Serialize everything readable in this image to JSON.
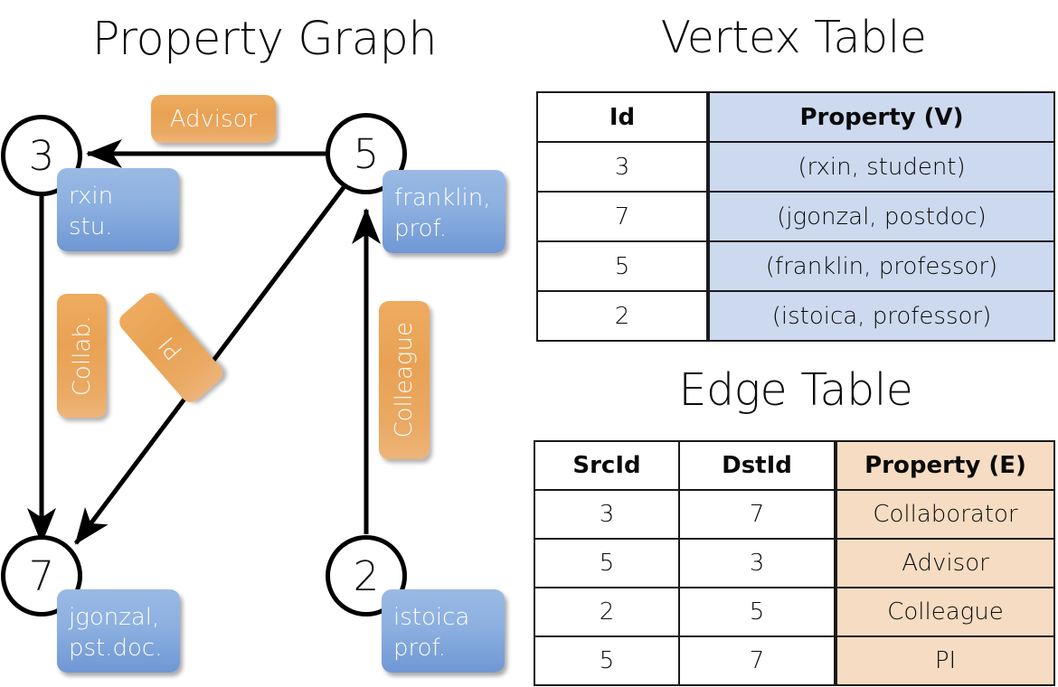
{
  "titles": {
    "property_graph": "Property Graph",
    "vertex_table": "Vertex Table",
    "edge_table": "Edge Table"
  },
  "colors": {
    "vertex_property_fill": "#ccd9ef",
    "edge_property_fill": "#f6dcc2",
    "vertex_box_blue": "#8cb0e0",
    "edge_label_orange": "#e9a254",
    "stroke": "#000000"
  },
  "graph": {
    "vertices": [
      {
        "id": "3",
        "name": "rxin",
        "role": "stu."
      },
      {
        "id": "5",
        "name": "franklin,",
        "role": "prof."
      },
      {
        "id": "7",
        "name": "jgonzal,",
        "role": "pst.doc."
      },
      {
        "id": "2",
        "name": "istoica",
        "role": "prof."
      }
    ],
    "edge_labels": {
      "advisor": "Advisor",
      "collab": "Collab.",
      "pi": "PI",
      "colleague": "Colleague"
    },
    "edges": [
      {
        "src": "5",
        "dst": "3",
        "label": "Advisor"
      },
      {
        "src": "3",
        "dst": "7",
        "label": "Collab."
      },
      {
        "src": "5",
        "dst": "7",
        "label": "PI"
      },
      {
        "src": "2",
        "dst": "5",
        "label": "Colleague"
      }
    ]
  },
  "vertex_table": {
    "headers": [
      "Id",
      "Property (V)"
    ],
    "rows": [
      {
        "id": "3",
        "property": "(rxin, student)"
      },
      {
        "id": "7",
        "property": "(jgonzal, postdoc)"
      },
      {
        "id": "5",
        "property": "(franklin, professor)"
      },
      {
        "id": "2",
        "property": "(istoica, professor)"
      }
    ]
  },
  "edge_table": {
    "headers": [
      "SrcId",
      "DstId",
      "Property (E)"
    ],
    "rows": [
      {
        "src": "3",
        "dst": "7",
        "property": "Collaborator"
      },
      {
        "src": "5",
        "dst": "3",
        "property": "Advisor"
      },
      {
        "src": "2",
        "dst": "5",
        "property": "Colleague"
      },
      {
        "src": "5",
        "dst": "7",
        "property": "PI"
      }
    ]
  }
}
